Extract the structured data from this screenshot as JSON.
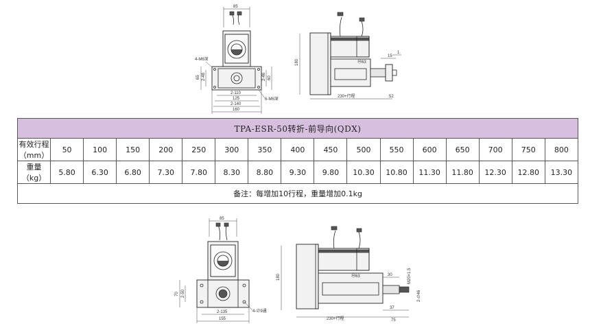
{
  "top_drawing": {
    "front_dims": {
      "width_85": "85",
      "hole_4m6": "4-M6深",
      "h65": "65",
      "h248": "2-48",
      "h246": "2-46",
      "h60": "60",
      "w2110": "2-110",
      "w125": "125",
      "w2140": "2-140",
      "w160": "160",
      "hole_6m6": "6-M6深"
    },
    "side_dims": {
      "h180": "180",
      "bore": "Ⓜ63",
      "d15": "15",
      "d1": "1",
      "stroke": "230+行程",
      "d52": "52"
    }
  },
  "table": {
    "title": "TPA-ESR-50转折-前导向(QDX)",
    "stroke_label": "有效行程（mm）",
    "weight_label": "重量（kg）",
    "strokes": [
      "50",
      "100",
      "150",
      "200",
      "250",
      "300",
      "350",
      "400",
      "450",
      "500",
      "550",
      "600",
      "650",
      "700",
      "750",
      "800"
    ],
    "weights": [
      "5.80",
      "6.30",
      "6.80",
      "7.30",
      "7.80",
      "8.30",
      "8.80",
      "9.30",
      "9.80",
      "10.30",
      "10.80",
      "11.30",
      "11.80",
      "12.30",
      "12.80",
      "13.30"
    ],
    "note": "备注：每增加10行程，重量增加0.1kg"
  },
  "bottom_drawing": {
    "front_dims": {
      "width_85": "85",
      "h70": "70",
      "h250": "2-50",
      "w2135": "2-135",
      "w155": "155",
      "hole_4d9": "4-∅9通"
    },
    "side_dims": {
      "h180": "180",
      "bore": "Ⓜ63",
      "d30": "30",
      "thread": "M20×1.5",
      "shaft": "2-∅46",
      "d37": "37",
      "stroke": "230+行程",
      "d75": "75"
    }
  }
}
